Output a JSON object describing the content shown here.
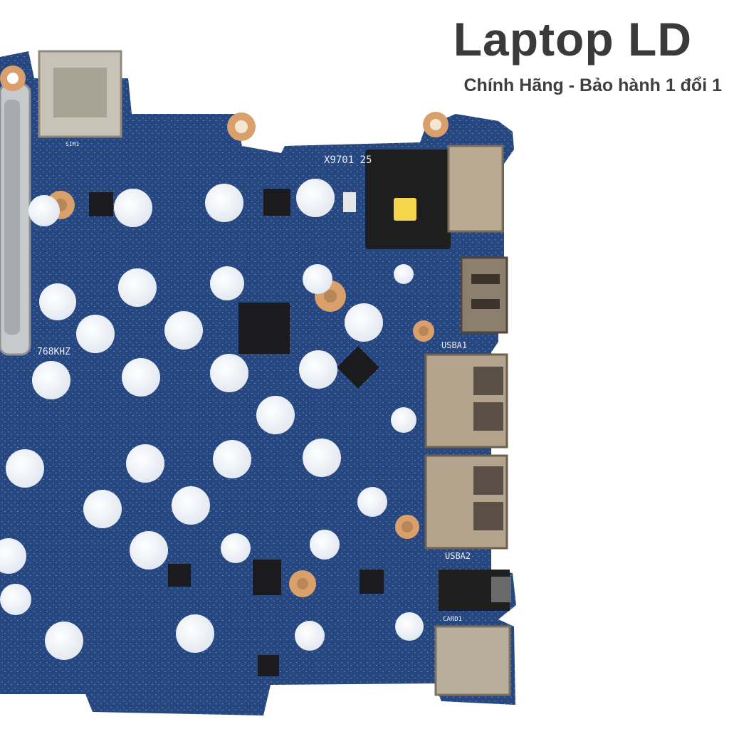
{
  "brand": {
    "title": "Laptop LD",
    "subtitle": "Chính Hãng - Bảo hành 1 đổi 1"
  },
  "board": {
    "silkscreen": {
      "part_number": "X9701 25",
      "board_code": "768KHZ",
      "usb_a1": "USBA1",
      "usb_a2": "USBA2",
      "card": "CARD1",
      "sim": "SIM1"
    },
    "colors": {
      "pcb": "#26477f",
      "pad": "#eef2f7",
      "copper": "#d9a06b",
      "port_metal": "#b9aa94"
    }
  }
}
